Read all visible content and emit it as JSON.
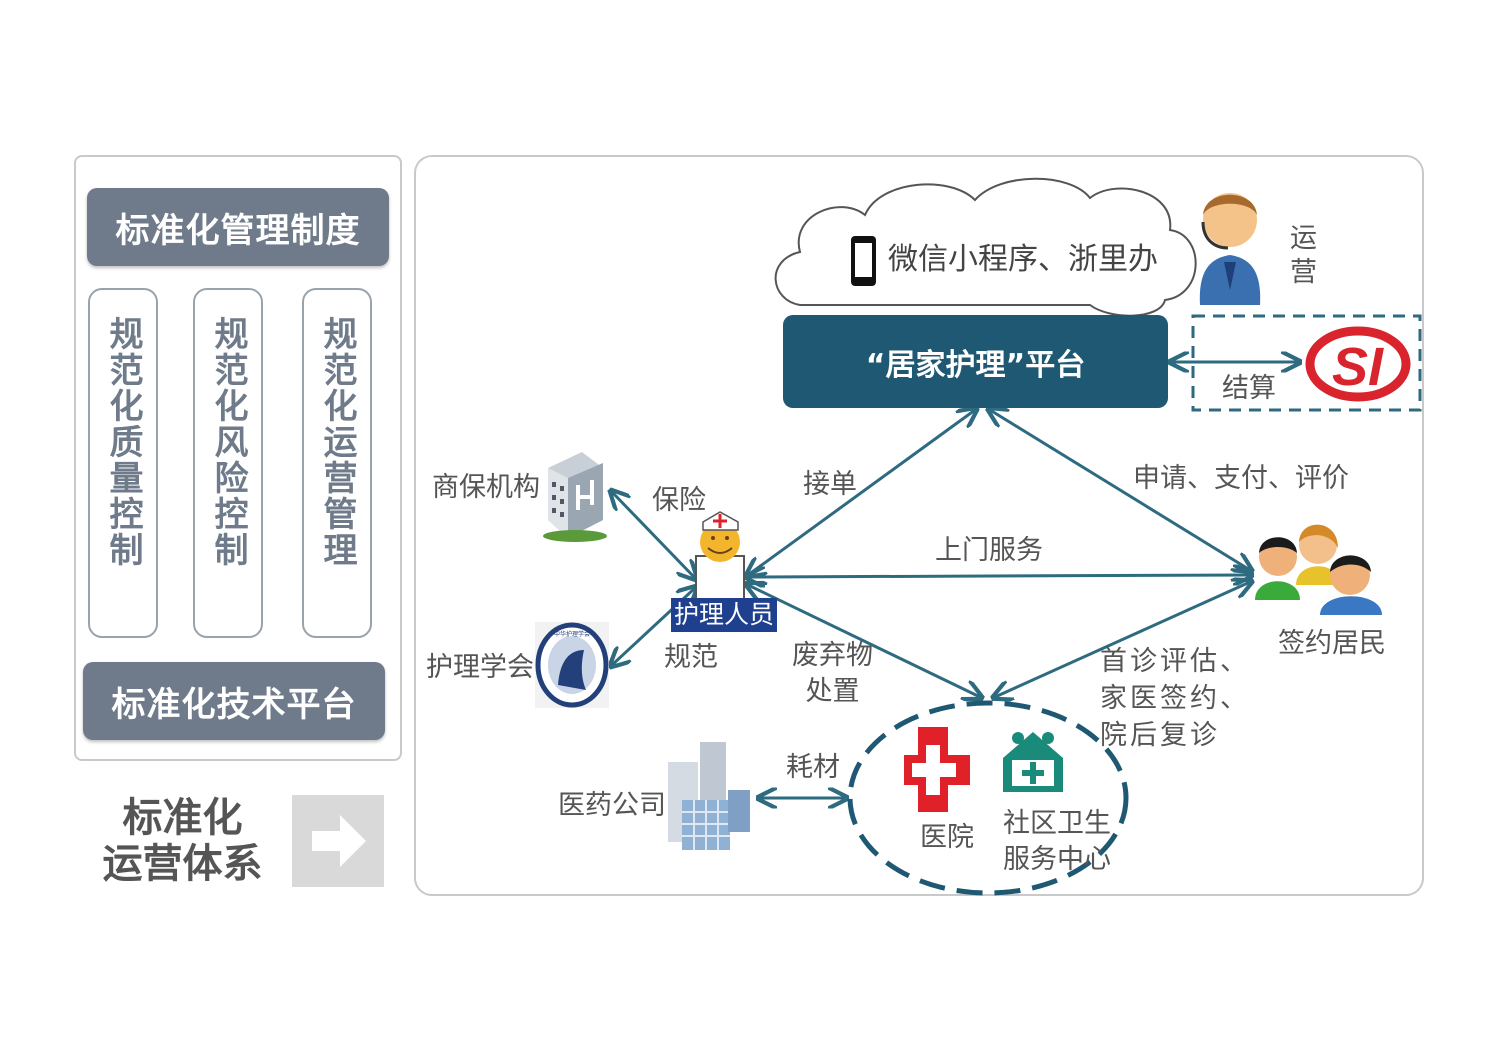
{
  "left": {
    "management_title": "标准化管理制度",
    "pillars": [
      "规范化质量控制",
      "规范化风险控制",
      "规范化运营管理"
    ],
    "tech_title": "标准化技术平台",
    "system_label_line1": "标准化",
    "system_label_line2": "运营体系"
  },
  "diagram": {
    "cloud_text": "微信小程序、浙里办",
    "operator_line1": "运",
    "operator_line2": "营",
    "platform": "“居家护理”平台",
    "settlement": "结算",
    "insurer": "商保机构",
    "insurance": "保险",
    "nurse": "护理人员",
    "nursing_society": "护理学会",
    "standard": "规范",
    "accept_order": "接单",
    "apply_pay_rate": "申请、支付、评价",
    "home_service": "上门服务",
    "residents": "签约居民",
    "waste_line1": "废弃物",
    "waste_line2": "处置",
    "first_eval_line1": "首诊评估、",
    "first_eval_line2": "家医签约、",
    "first_eval_line3": "院后复诊",
    "pharma": "医药公司",
    "consumables": "耗材",
    "hospital": "医院",
    "community_line1": "社区卫生",
    "community_line2": "服务中心",
    "si_logo": "SI",
    "society_seal": "中华护理学会"
  },
  "colors": {
    "platform": "#1f5873",
    "arrow": "#2e6a80",
    "grey_bar": "#6f7b8a",
    "hospital_cross": "#e0212a",
    "community_icon": "#1a8a7a",
    "si_red": "#d9232d"
  },
  "icons": [
    "phone-icon",
    "operator-icon",
    "si-logo-icon",
    "building-icon",
    "nurse-icon",
    "society-logo-icon",
    "residents-icon",
    "office-buildings-icon",
    "hospital-cross-icon",
    "community-health-icon",
    "right-arrow-icon"
  ]
}
